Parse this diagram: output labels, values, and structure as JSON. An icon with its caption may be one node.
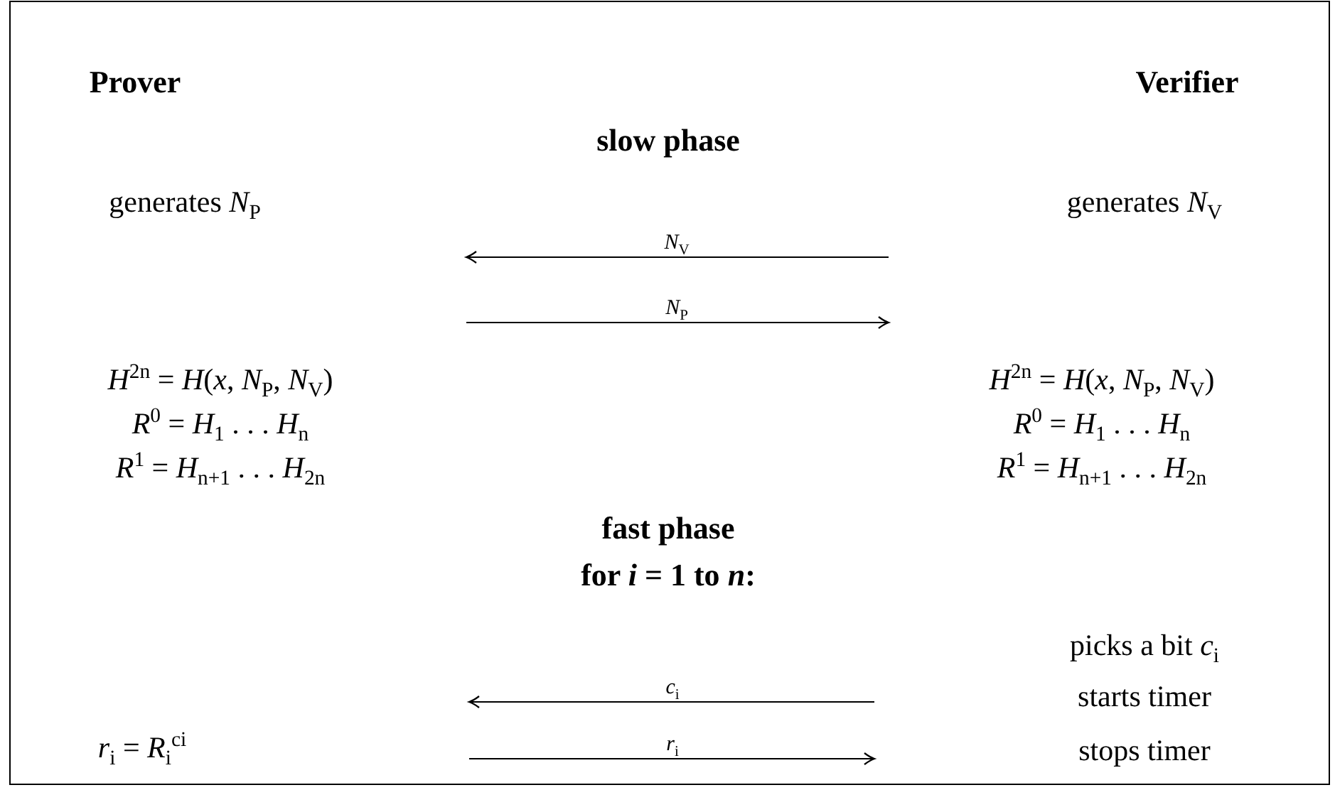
{
  "diagram": {
    "labels": [
      "Prover",
      "Verifier",
      "slow phase",
      "generates *N*$_{P}$",
      "generates *N*$_{V}$",
      "*N*$_{V}$",
      "*N*$_{P}$",
      "*H*$^{2n}$ = *H*(*x*, *N*$_{P}$, *N*$_{V}$)",
      "*H*$^{2n}$ = *H*(*x*, *N*$_{P}$, *N*$_{V}$)",
      "*R*$^{0}$ = *H*$_{1}$ . . . *H*$_{n}$",
      "*R*$^{0}$ = *H*$_{1}$ . . . *H*$_{n}$",
      "*R*$^{1}$ = *H*$_{n+1}$ . . . *H*$_{2n}$",
      "*R*$^{1}$ = *H*$_{n+1}$ . . . *H*$_{2n}$",
      "fast phase",
      "for *i* = 1 to *n*:",
      "picks a bit *c*$_{i}$",
      "*c*$_{i}$",
      "starts timer",
      "*r*$_{i}$ = *R*$_{i}$$^{ci}$",
      "*r*$_{i}$",
      "stops timer"
    ]
  }
}
